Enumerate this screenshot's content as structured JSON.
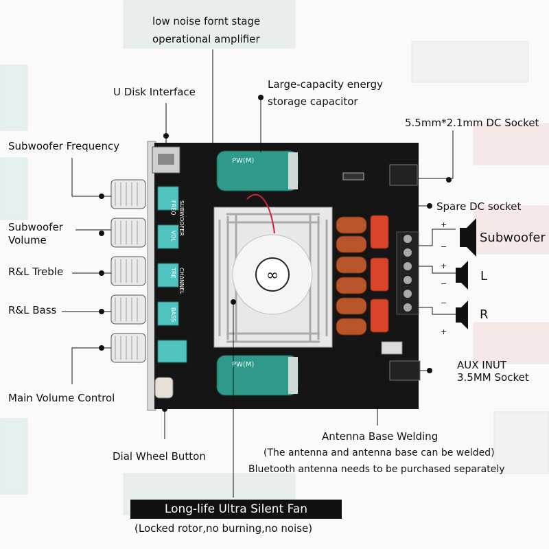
{
  "labels": {
    "low_noise_line1": "low noise fornt stage",
    "low_noise_line2": "operational amplifier",
    "u_disk": "U Disk Interface",
    "capacitor_line1": "Large-capacity energy",
    "capacitor_line2": "storage capacitor",
    "dc_socket": "5.5mm*2.1mm DC Socket",
    "sub_freq": "Subwoofer Frequency",
    "spare_dc": "Spare DC socket",
    "sub_vol_line1": "Subwoofer",
    "sub_vol_line2": "Volume",
    "subwoofer_out": "Subwoofer",
    "rl_treble": "R&L Treble",
    "left_out": "L",
    "rl_bass": "R&L Bass",
    "right_out": "R",
    "aux_line1": "AUX INUT",
    "aux_line2": "3.5MM Socket",
    "main_vol": "Main Volume Control",
    "antenna_title": "Antenna Base Welding",
    "antenna_note1": "(The antenna and antenna base can be welded)",
    "antenna_note2": "Bluetooth antenna needs to be purchased separately",
    "dial_wheel": "Dial Wheel Button",
    "fan_title": "Long-life Ultra Silent Fan",
    "fan_note": "(Locked rotor,no burning,no noise)"
  },
  "board_print": {
    "freq": "FREQ",
    "subwoofer": "SUBWOOFER",
    "vol": "VOL",
    "tre": "TRE",
    "channel": "CHANNEL",
    "bass": "BASS",
    "cap_brand": "PW(M)"
  },
  "terminal_polarity": [
    "+",
    "−",
    "+",
    "−",
    "−",
    "+"
  ],
  "colors": {
    "board": "#151515",
    "capacitor": "#2f9a8a",
    "knob_block": "#4fc3c0",
    "film_cap": "#d9452b",
    "coil": "#b9552a",
    "heatsink": "#e8e8e8"
  }
}
